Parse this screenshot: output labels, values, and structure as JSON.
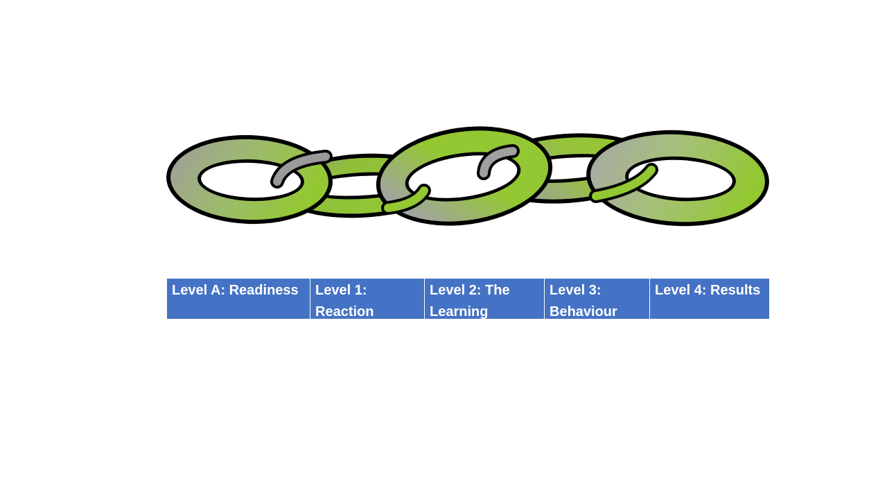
{
  "levels": [
    "Level A: Readiness",
    "Level 1: Reaction",
    "Level 2: The Learning",
    "Level 3: Behaviour",
    "Level 4: Results"
  ],
  "colors": {
    "table_background": "#4472c4",
    "table_text": "#ffffff",
    "link_gray": "#a0a0a0",
    "link_green": "#93c832",
    "link_outline": "#000000"
  }
}
